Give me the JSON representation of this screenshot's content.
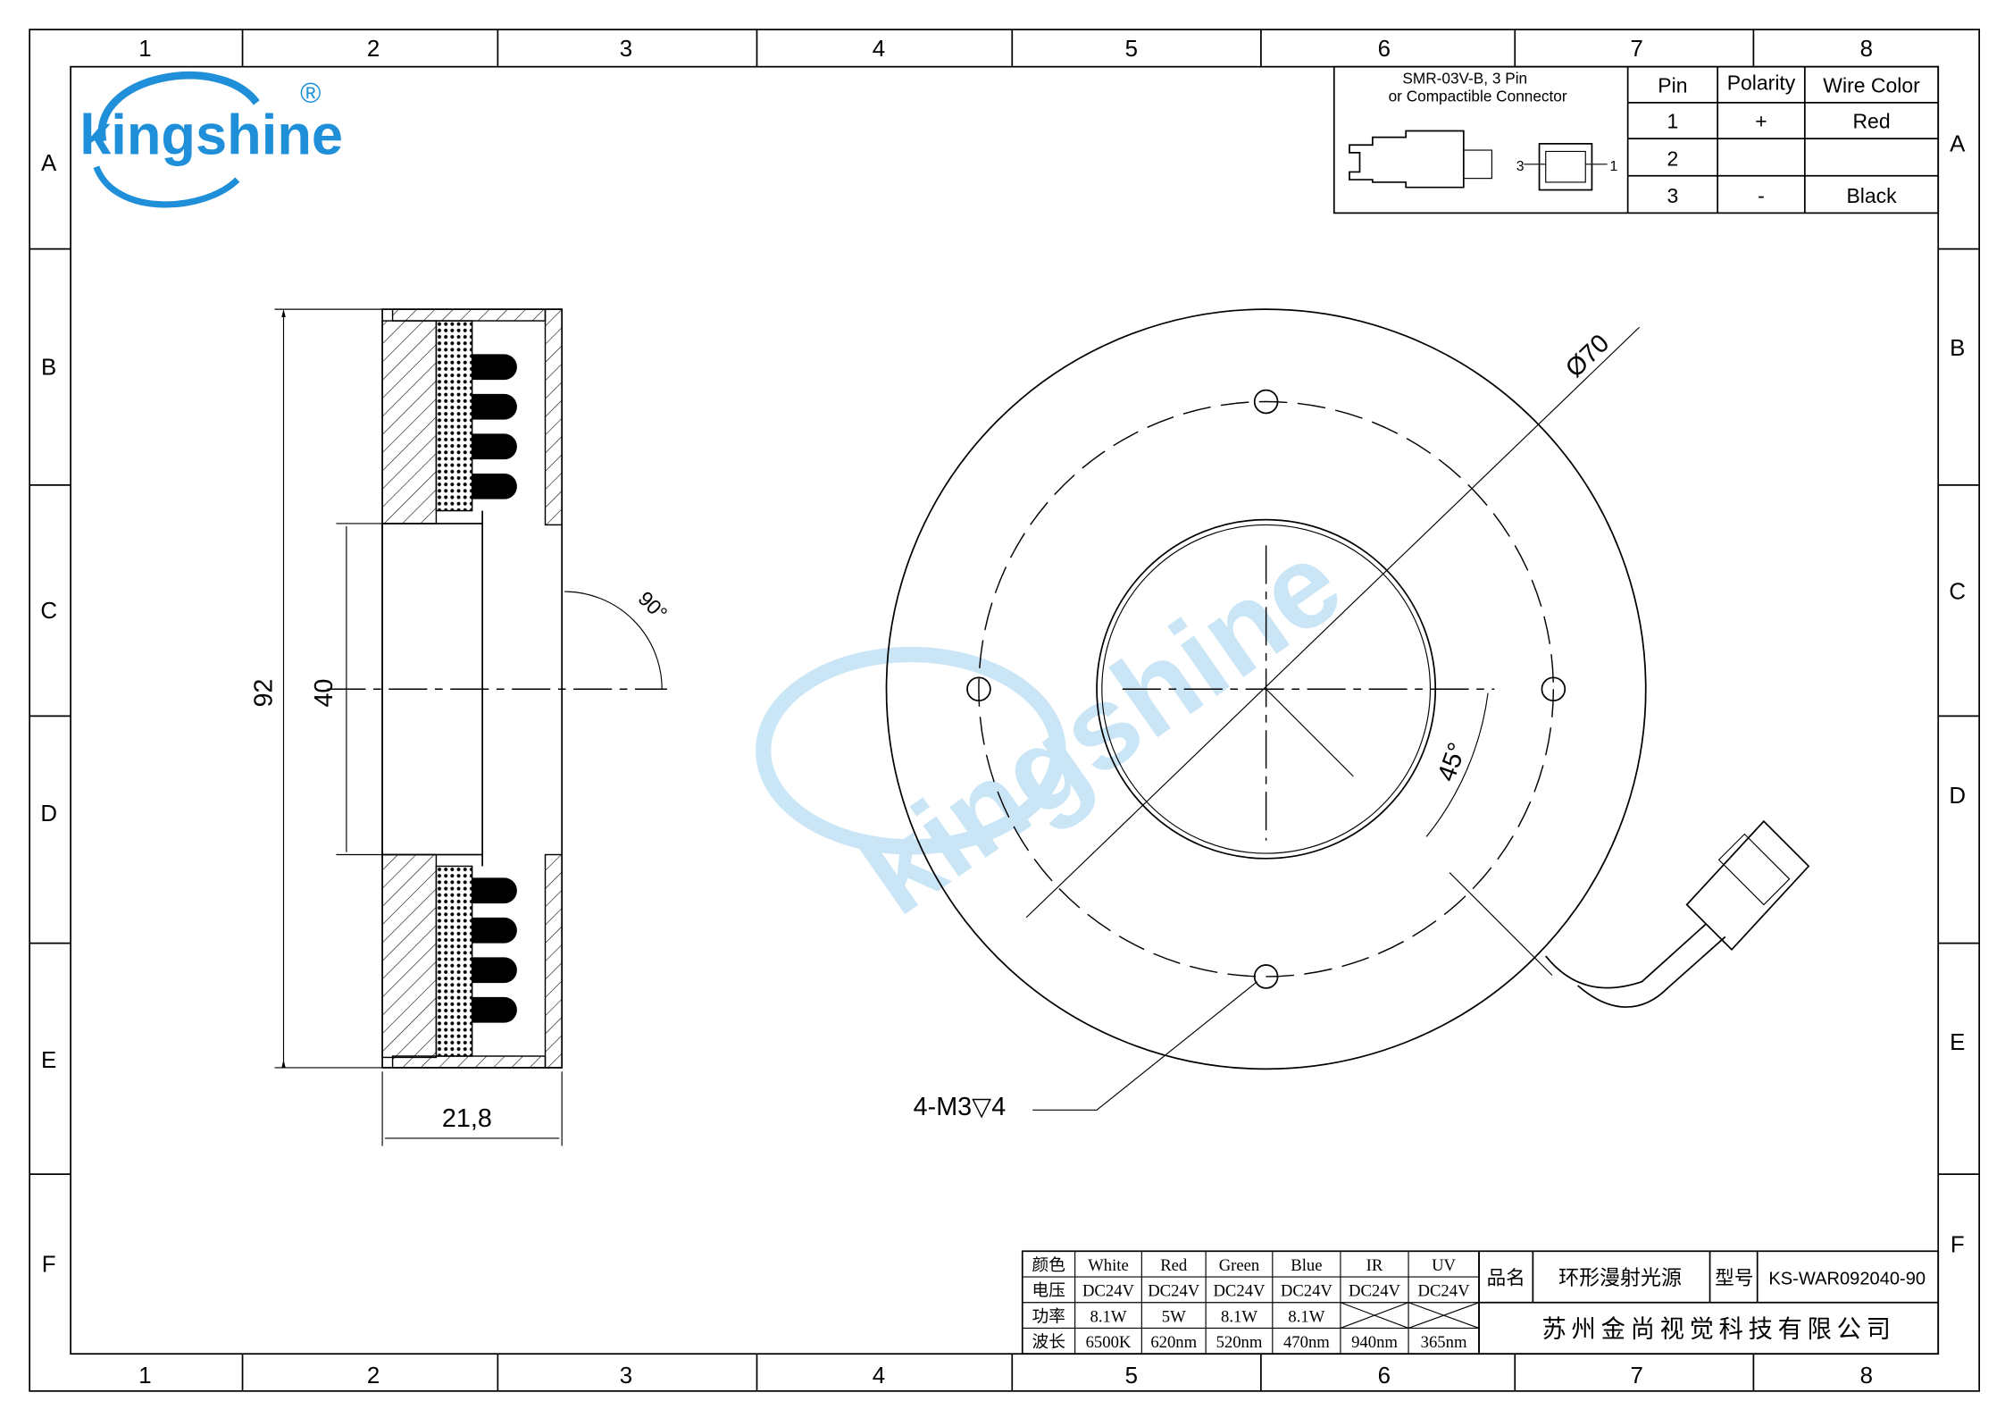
{
  "frame": {
    "columns": [
      "1",
      "2",
      "3",
      "4",
      "5",
      "6",
      "7",
      "8"
    ],
    "rows": [
      "A",
      "B",
      "C",
      "D",
      "E",
      "F"
    ]
  },
  "logo": {
    "text": "kingshine",
    "registered": "®"
  },
  "connector": {
    "title_line1": "SMR-03V-B, 3 Pin",
    "title_line2": "or Compactible Connector",
    "pin_label_left": "3",
    "pin_label_right": "1",
    "headers": [
      "Pin",
      "Polarity",
      "Wire Color"
    ],
    "rows": [
      {
        "pin": "1",
        "polarity": "+",
        "color": "Red"
      },
      {
        "pin": "2",
        "polarity": "",
        "color": ""
      },
      {
        "pin": "3",
        "polarity": "-",
        "color": "Black"
      }
    ]
  },
  "dimensions": {
    "height": "92",
    "inner": "40",
    "width": "21,8",
    "angle_side": "90°",
    "diameter": "Ø70",
    "angle_front": "45°",
    "holes": "4-M3▽4"
  },
  "spec_table": {
    "rows": [
      [
        "颜色",
        "White",
        "Red",
        "Green",
        "Blue",
        "IR",
        "UV"
      ],
      [
        "电压",
        "DC24V",
        "DC24V",
        "DC24V",
        "DC24V",
        "DC24V",
        "DC24V"
      ],
      [
        "功率",
        "8.1W",
        "5W",
        "8.1W",
        "8.1W",
        "",
        ""
      ],
      [
        "波长",
        "6500K",
        "620nm",
        "520nm",
        "470nm",
        "940nm",
        "365nm"
      ]
    ]
  },
  "title_block": {
    "name_label": "品名",
    "name_value": "环形漫射光源",
    "model_label": "型号",
    "model_value": "KS-WAR092040-90",
    "company": "苏州金尚视觉科技有限公司"
  },
  "colors": {
    "logo_blue": "#1e8fd8",
    "watermark": "#bfe2f5"
  }
}
